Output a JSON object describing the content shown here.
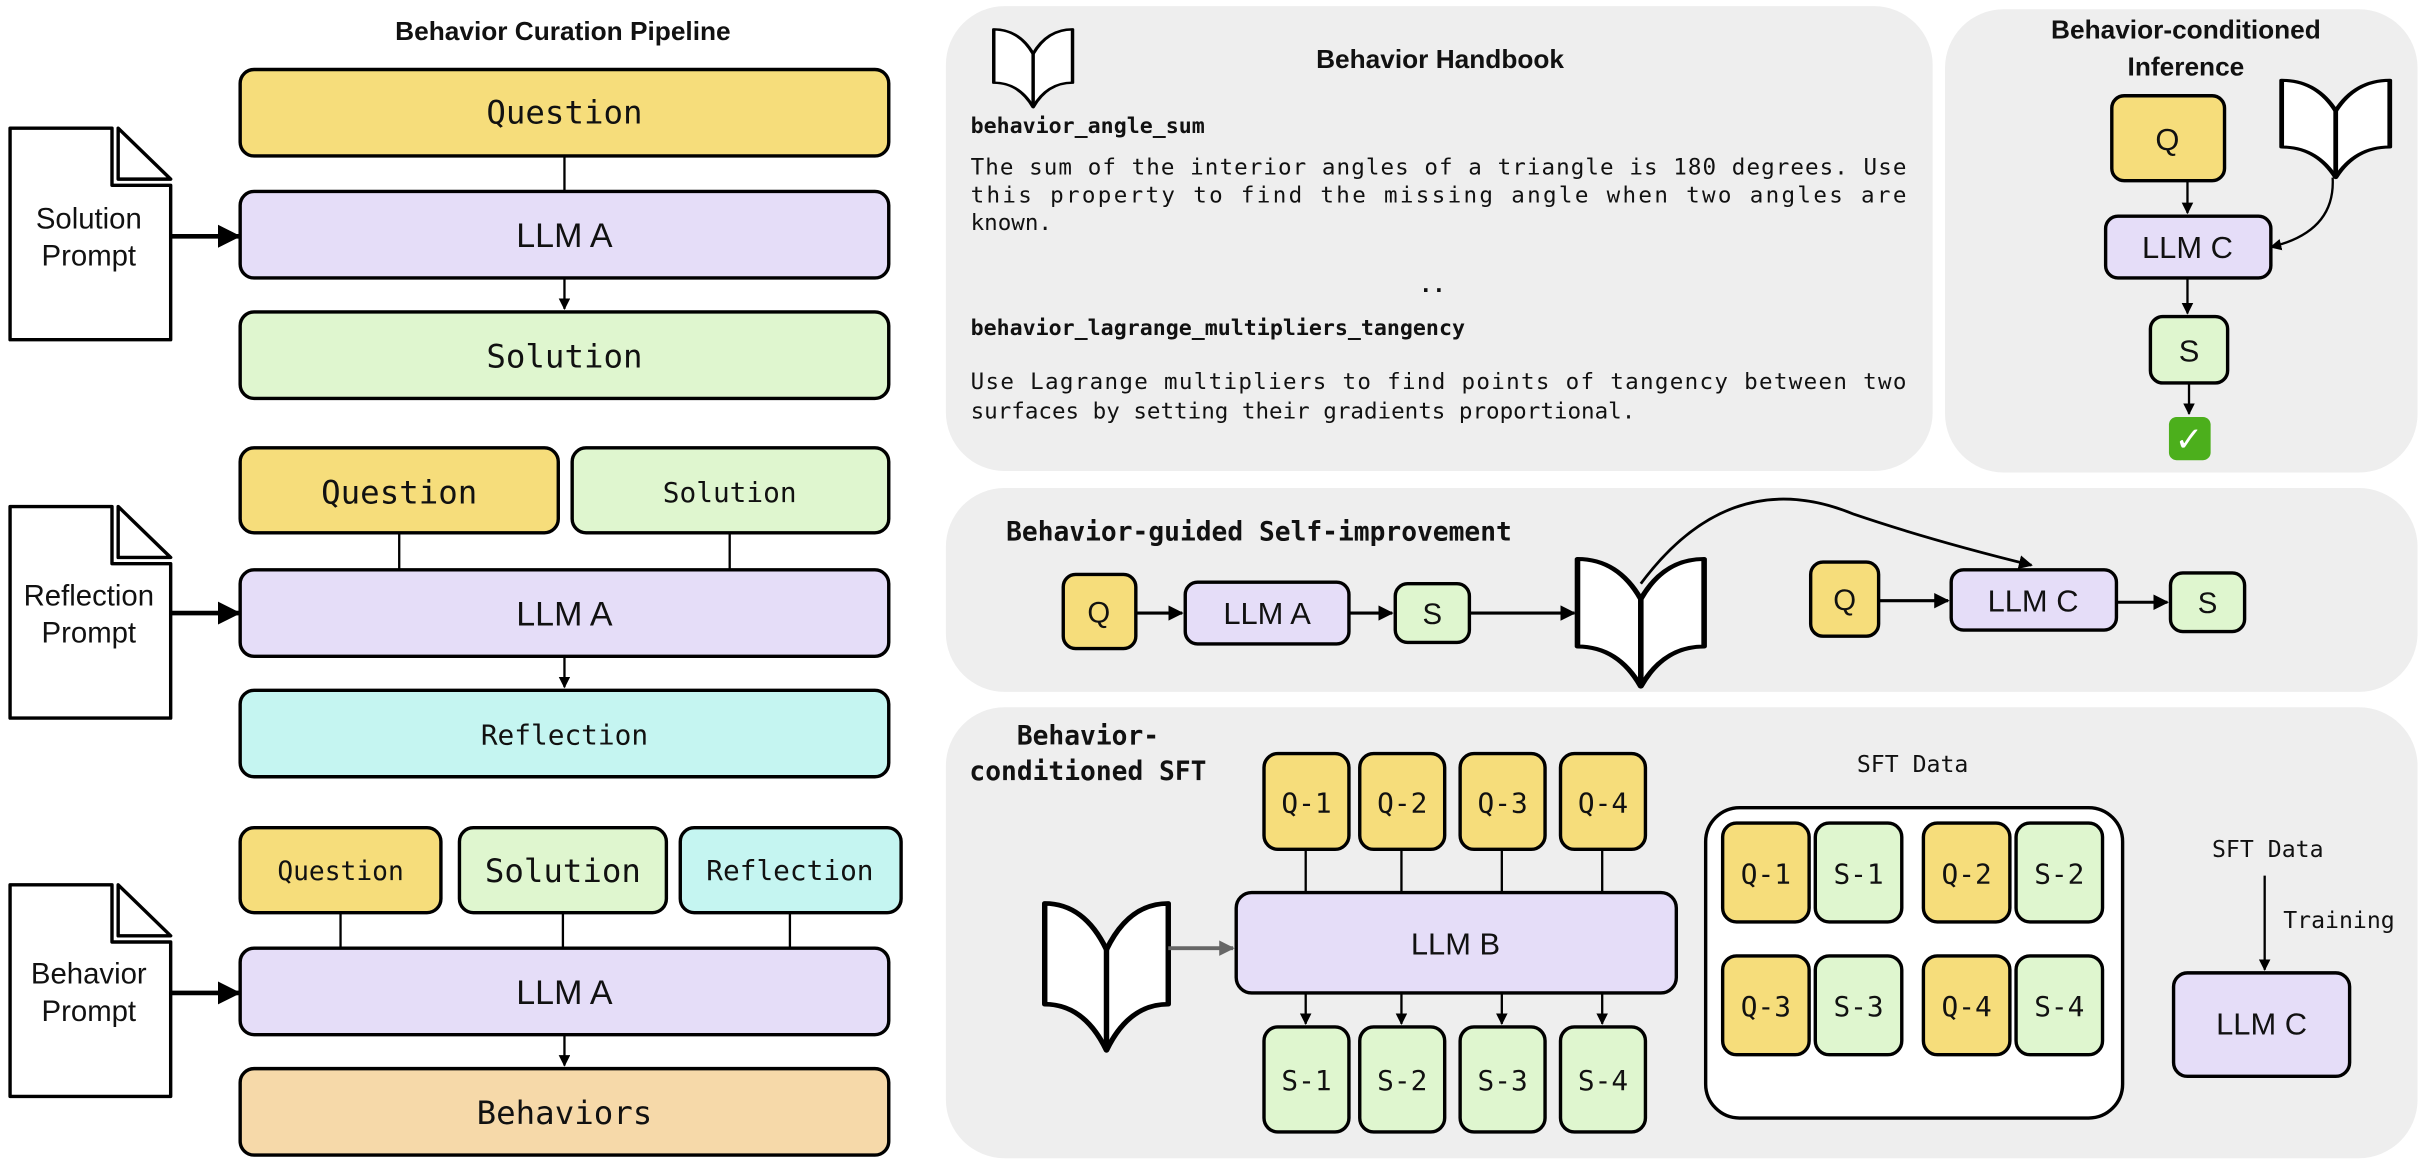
{
  "colors": {
    "question": "#f6dd7b",
    "llm": "#e5ddf8",
    "solution": "#dff6cf",
    "reflection": "#c5f5f1",
    "behaviors": "#f6d9a9",
    "panel": "#eeeeee"
  },
  "pipeline": {
    "title": "Behavior Curation Pipeline",
    "stage1": {
      "prompt": [
        "Solution",
        "Prompt"
      ],
      "question": "Question",
      "llm": "LLM A",
      "output": "Solution"
    },
    "stage2": {
      "prompt": [
        "Reflection",
        "Prompt"
      ],
      "question": "Question",
      "solution": "Solution",
      "llm": "LLM A",
      "output": "Reflection"
    },
    "stage3": {
      "prompt": [
        "Behavior",
        "Prompt"
      ],
      "question": "Question",
      "solution": "Solution",
      "reflection": "Reflection",
      "llm": "LLM A",
      "output": "Behaviors"
    }
  },
  "handbook": {
    "title": "Behavior Handbook",
    "icon": "open-book-icon",
    "entry1_name": "behavior_angle_sum",
    "entry1_lines": [
      "The sum of the interior angles of a triangle is 180 degrees. Use",
      "this property to find the missing angle when two angles are",
      "known."
    ],
    "ellipsis": "..",
    "entry2_name": "behavior_lagrange_multipliers_tangency",
    "entry2_lines": [
      "Use Lagrange multipliers to find points of tangency between two",
      "surfaces by setting their gradients proportional."
    ]
  },
  "inference": {
    "title": [
      "Behavior-conditioned",
      "Inference"
    ],
    "q": "Q",
    "llm": "LLM C",
    "s": "S",
    "check": "✓"
  },
  "self_improvement": {
    "title": "Behavior-guided Self-improvement",
    "q1": "Q",
    "llm1": "LLM A",
    "s1": "S",
    "q2": "Q",
    "llm2": "LLM C",
    "s2": "S"
  },
  "sft": {
    "title": [
      "Behavior-",
      "conditioned SFT"
    ],
    "questions": [
      "Q-1",
      "Q-2",
      "Q-3",
      "Q-4"
    ],
    "llm": "LLM B",
    "solutions": [
      "S-1",
      "S-2",
      "S-3",
      "S-4"
    ],
    "data_title": "SFT Data",
    "data_row1": [
      "Q-1",
      "S-1",
      "Q-2",
      "S-2"
    ],
    "data_row2": [
      "Q-3",
      "S-3",
      "Q-4",
      "S-4"
    ],
    "training_input": "SFT Data",
    "training_label": "Training",
    "trained_model": "LLM C"
  }
}
